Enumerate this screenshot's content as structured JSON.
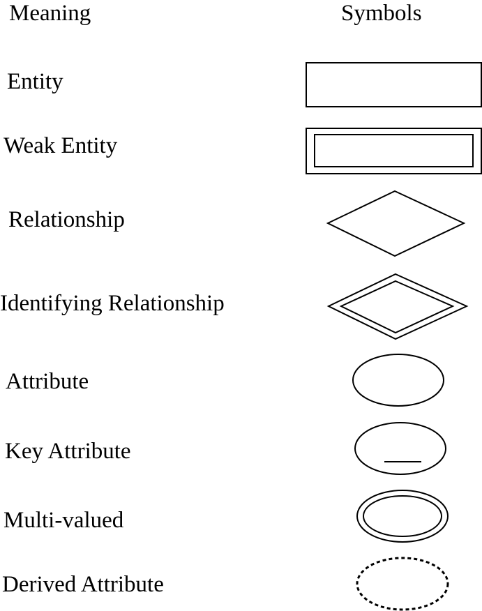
{
  "headers": {
    "meaning": "Meaning",
    "symbols": "Symbols"
  },
  "rows": [
    {
      "meaning": "Entity",
      "symbol_icon": "rectangle-icon"
    },
    {
      "meaning": "Weak Entity",
      "symbol_icon": "double-rectangle-icon"
    },
    {
      "meaning": "Relationship",
      "symbol_icon": "diamond-icon"
    },
    {
      "meaning": "Identifying Relationship",
      "symbol_icon": "double-diamond-icon"
    },
    {
      "meaning": "Attribute",
      "symbol_icon": "ellipse-icon"
    },
    {
      "meaning": "Key Attribute",
      "symbol_icon": "underlined-ellipse-icon"
    },
    {
      "meaning": "Multi-valued",
      "symbol_icon": "double-ellipse-icon"
    },
    {
      "meaning": "Derived Attribute",
      "symbol_icon": "dashed-ellipse-icon"
    }
  ],
  "colors": {
    "stroke": "#000000",
    "background": "#ffffff"
  }
}
